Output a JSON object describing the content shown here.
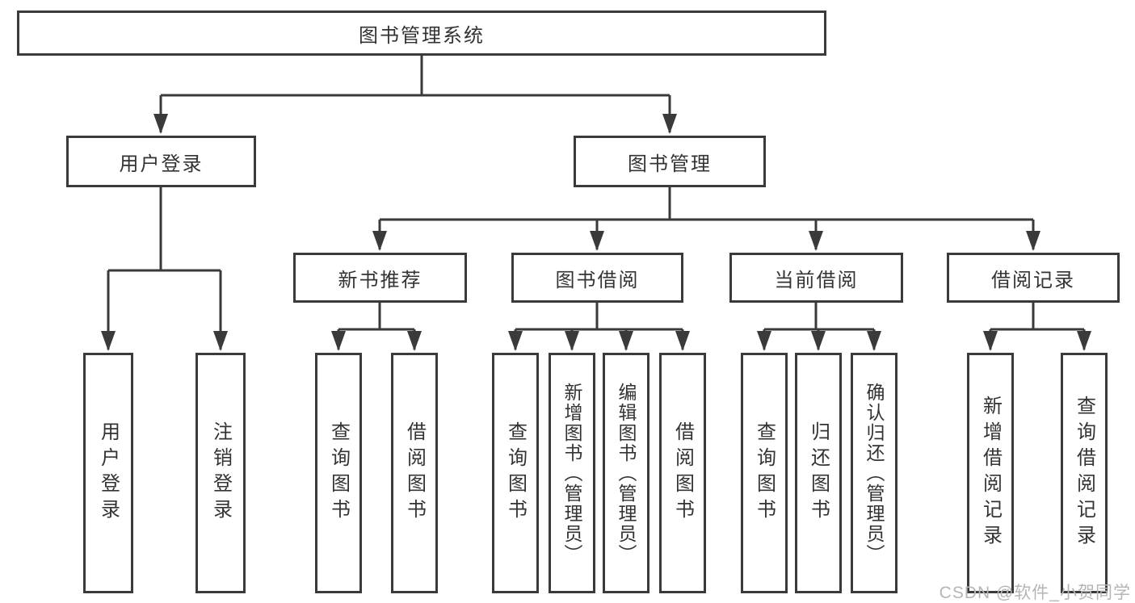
{
  "diagram": {
    "root": {
      "label": "图书管理系统"
    },
    "branches": [
      {
        "label": "用户登录",
        "children": [
          {
            "label": "用户登录"
          },
          {
            "label": "注销登录"
          }
        ]
      },
      {
        "label": "图书管理",
        "children": [
          {
            "label": "新书推荐",
            "children": [
              {
                "label": "查询图书"
              },
              {
                "label": "借阅图书"
              }
            ]
          },
          {
            "label": "图书借阅",
            "children": [
              {
                "label": "查询图书"
              },
              {
                "label": "新增图书（管理员）"
              },
              {
                "label": "编辑图书（管理员）"
              },
              {
                "label": "借阅图书"
              }
            ]
          },
          {
            "label": "当前借阅",
            "children": [
              {
                "label": "查询图书"
              },
              {
                "label": "归还图书"
              },
              {
                "label": "确认归还（管理员）"
              }
            ]
          },
          {
            "label": "借阅记录",
            "children": [
              {
                "label": "新增借阅记录"
              },
              {
                "label": "查询借阅记录"
              }
            ]
          }
        ]
      }
    ]
  },
  "colors": {
    "line": "#3a3a3a",
    "text": "#333333",
    "watermark": "#b5b5b5"
  },
  "watermark": {
    "text": "CSDN @软件_小贺同学"
  }
}
